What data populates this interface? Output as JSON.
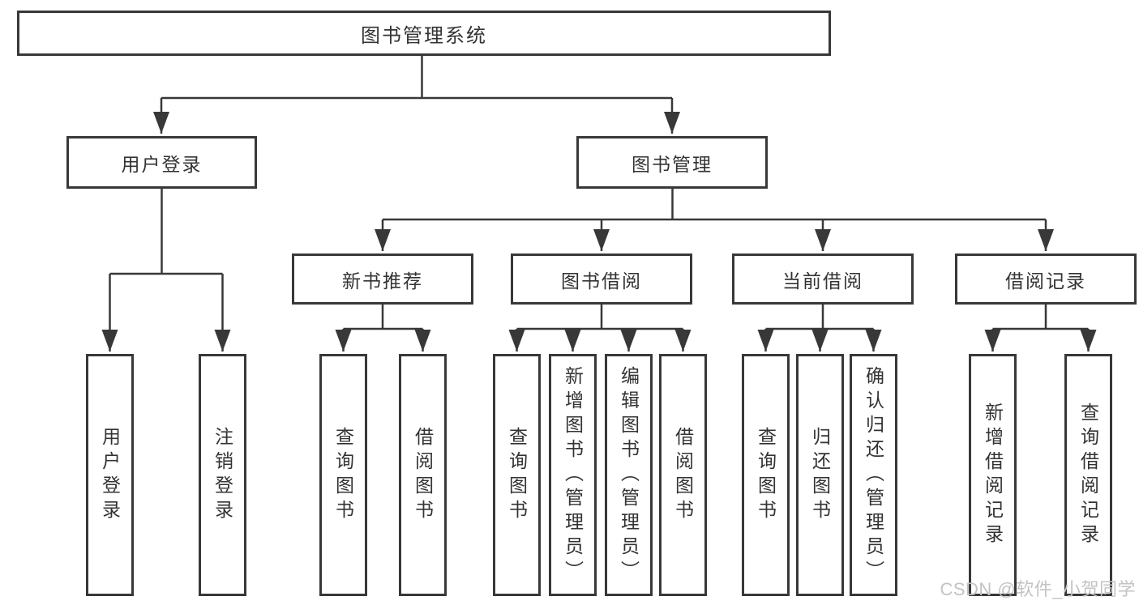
{
  "diagram": {
    "watermark": "CSDN @软件_小贺同学",
    "colors": {
      "line": "#383838",
      "box_border": "#383838",
      "text": "#333333",
      "background": "#ffffff",
      "watermark_text": "#c3c3c3"
    },
    "root": {
      "label": "图书管理系统",
      "children": [
        {
          "label": "用户登录",
          "children": [
            {
              "label": "用户登录"
            },
            {
              "label": "注销登录"
            }
          ]
        },
        {
          "label": "图书管理",
          "children": [
            {
              "label": "新书推荐",
              "children": [
                {
                  "label": "查询图书"
                },
                {
                  "label": "借阅图书"
                }
              ]
            },
            {
              "label": "图书借阅",
              "children": [
                {
                  "label": "查询图书"
                },
                {
                  "label": "新增图书（管理员）"
                },
                {
                  "label": "编辑图书（管理员）"
                },
                {
                  "label": "借阅图书"
                }
              ]
            },
            {
              "label": "当前借阅",
              "children": [
                {
                  "label": "查询图书"
                },
                {
                  "label": "归还图书"
                },
                {
                  "label": "确认归还（管理员）"
                }
              ]
            },
            {
              "label": "借阅记录",
              "children": [
                {
                  "label": "新增借阅记录"
                },
                {
                  "label": "查询借阅记录"
                }
              ]
            }
          ]
        }
      ]
    }
  }
}
